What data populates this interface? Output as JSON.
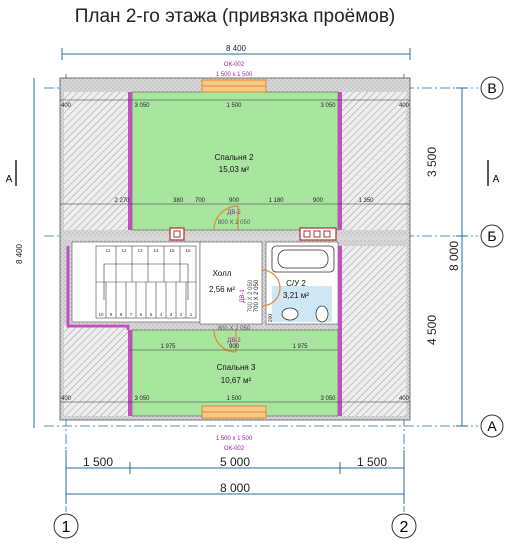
{
  "title": "План 2-го этажа (привязка проёмов)",
  "dimensions": {
    "top_total": "8 400",
    "left_total": "8 400",
    "bottom_total": "8 000",
    "bottom_left": "1 500",
    "bottom_mid": "5 000",
    "bottom_right": "1 500",
    "right_upper": "3 500",
    "right_lower": "4 500",
    "right_total": "8 000",
    "top_row": [
      "400",
      "3 050",
      "1 500",
      "3 050",
      "400"
    ],
    "bottom_row": [
      "400",
      "3 050",
      "1 500",
      "3 050",
      "400"
    ],
    "mid_row": [
      "2 270",
      "380",
      "700",
      "900",
      "1 180",
      "900",
      "1 350"
    ],
    "lower_row_left": "1 975",
    "lower_row_mid": "900",
    "lower_row_right": "1 975",
    "bath_left": "700 X 2 050",
    "bath_small": "200"
  },
  "axes": {
    "top": "В",
    "middle": "Б",
    "bottom": "А",
    "left_num": "1",
    "right_num": "2",
    "section_left": "А",
    "section_right": "А"
  },
  "windows": {
    "top_code": "ОК-002",
    "top_size": "1 500 х 1 500",
    "bottom_code": "ОК-002",
    "bottom_size": "1 500 х 1 500"
  },
  "rooms": {
    "bedroom2_name": "Спальня 2",
    "bedroom2_area": "15,03 м²",
    "bedroom3_name": "Спальня 3",
    "bedroom3_area": "10,67 м²",
    "hall_name": "Холл",
    "hall_area": "2,56 м²",
    "bath_name": "С/У 2",
    "bath_area": "3,21 м²"
  },
  "doors": {
    "d1_code": "ДВ-2",
    "d1_size": "800 Х 2 050",
    "d2_code": "ДВ-2",
    "d2_size": "800 Х 2 050",
    "d3_code": "ДВ-1",
    "d3_size": "700 Х 2 050"
  },
  "stairs": {
    "steps_top": [
      "11",
      "12",
      "13",
      "14",
      "15",
      "16"
    ],
    "steps_bottom": [
      "10",
      "9",
      "8",
      "7",
      "6",
      "5",
      "4",
      "3",
      "2",
      "1"
    ]
  },
  "colors": {
    "room_fill": "#a8e6a0",
    "wall_fill": "#d0d0d0",
    "hatch": "#9a9a9a",
    "stair_wall": "#c04fc0",
    "door_color": "#e08a2a",
    "window_fill": "#f5c98a",
    "dim_line": "#1f6fa8",
    "axis_line": "#1f6fa8",
    "magenta_text": "#a020a0"
  }
}
